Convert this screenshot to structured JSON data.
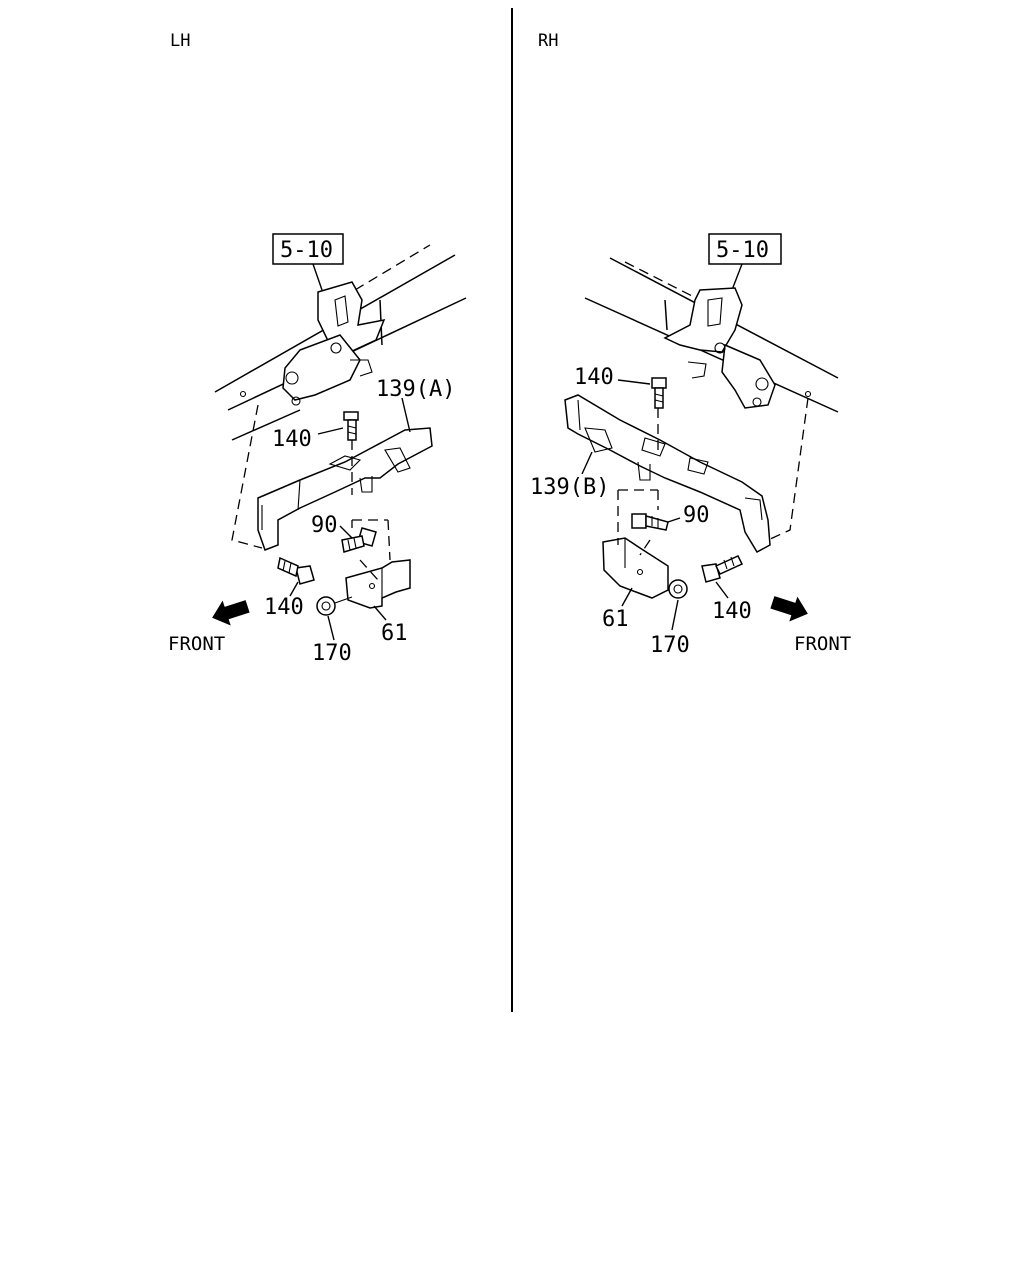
{
  "panels": {
    "left": {
      "side_label": "LH",
      "ref_box": "5-10",
      "callouts": {
        "bracket": "139(A)",
        "bolt_top": "140",
        "bolt_pin": "90",
        "bolt_bottom": "140",
        "bracket_small": "61",
        "nut": "170"
      },
      "front_label": "FRONT"
    },
    "right": {
      "side_label": "RH",
      "ref_box": "5-10",
      "callouts": {
        "bracket": "139(B)",
        "bolt_top": "140",
        "bolt_pin": "90",
        "bolt_bottom": "140",
        "bracket_small": "61",
        "nut": "170"
      },
      "front_label": "FRONT"
    }
  }
}
